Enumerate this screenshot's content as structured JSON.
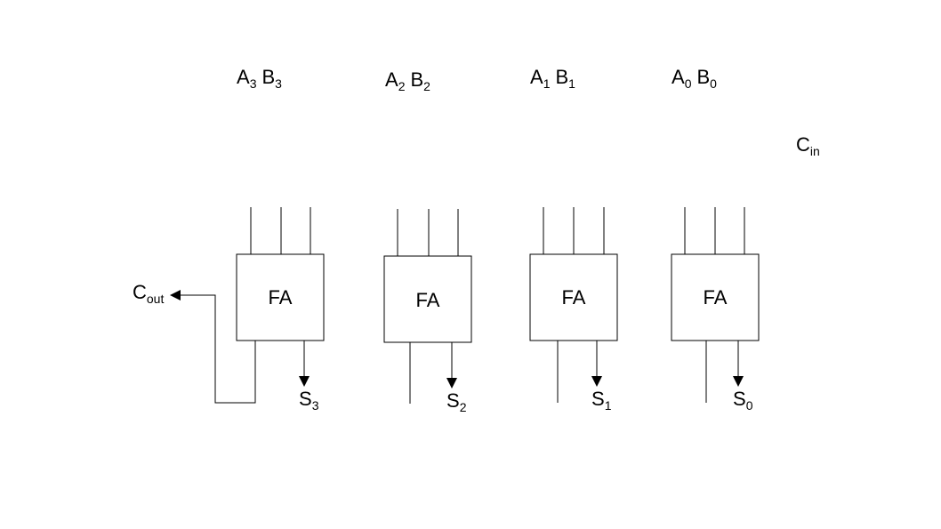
{
  "adders": [
    {
      "block_label": "FA",
      "a": "A",
      "a_sub": "3",
      "b": "B",
      "b_sub": "3",
      "s": "S",
      "s_sub": "3"
    },
    {
      "block_label": "FA",
      "a": "A",
      "a_sub": "2",
      "b": "B",
      "b_sub": "2",
      "s": "S",
      "s_sub": "2"
    },
    {
      "block_label": "FA",
      "a": "A",
      "a_sub": "1",
      "b": "B",
      "b_sub": "1",
      "s": "S",
      "s_sub": "1"
    },
    {
      "block_label": "FA",
      "a": "A",
      "a_sub": "0",
      "b": "B",
      "b_sub": "0",
      "s": "S",
      "s_sub": "0"
    }
  ],
  "carry_in": {
    "main": "C",
    "sub": "in"
  },
  "carry_out": {
    "main": "C",
    "sub": "out"
  },
  "colors": {
    "line": "#000000",
    "background": "#ffffff"
  }
}
